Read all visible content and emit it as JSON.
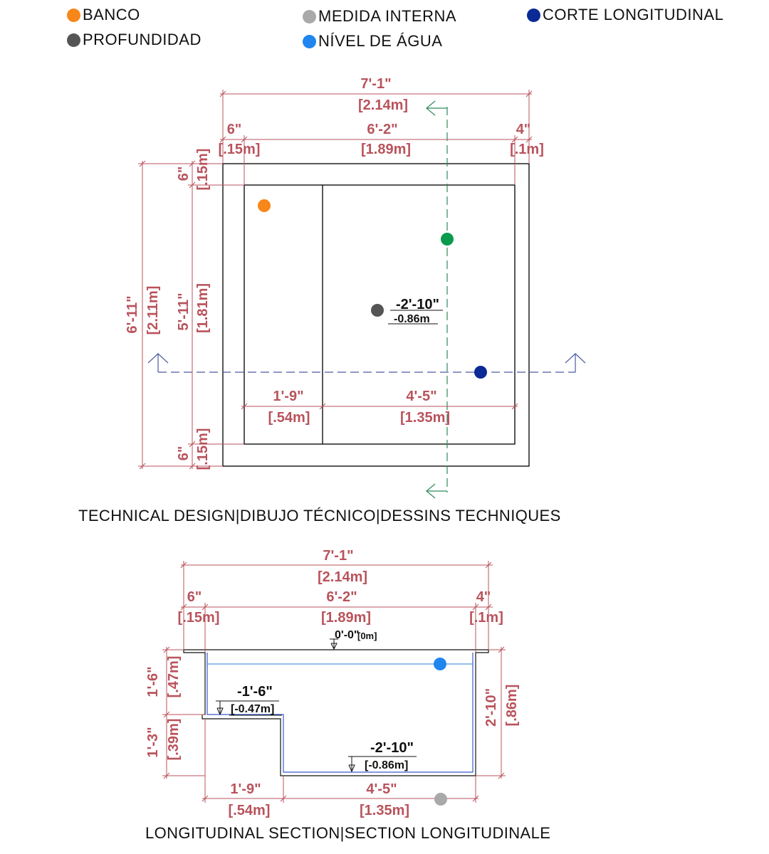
{
  "legend": {
    "banco": {
      "label": "BANCO",
      "color": "#f7871a"
    },
    "profundidad": {
      "label": "PROFUNDIDAD",
      "color": "#555555"
    },
    "medida_interna": {
      "label": "MEDIDA INTERNA",
      "color": "#a9a9a9"
    },
    "nivel_agua": {
      "label": "NÍVEL DE ÁGUA",
      "color": "#1f86f0"
    },
    "corte": {
      "label": "CORTE LONGITUDINAL",
      "color": "#0a2a96"
    },
    "extra_marker_color": "#0a9a4c"
  },
  "plan": {
    "caption": "TECHNICAL DESIGN|DIBUJO TÉCNICO|DESSINS TECHNIQUES",
    "overall_width": {
      "ft": "7'-1\"",
      "m": "[2.14m]"
    },
    "wall_left": {
      "ft": "6\"",
      "m": "[.15m]"
    },
    "inner_width": {
      "ft": "6'-2\"",
      "m": "[1.89m]"
    },
    "wall_right": {
      "ft": "4\"",
      "m": "[.1m]"
    },
    "overall_height": {
      "ft": "6'-11\"",
      "m": "[2.11m]"
    },
    "wall_top": {
      "ft": "6\"",
      "m": "[.15m]"
    },
    "inner_height": {
      "ft": "5'-11\"",
      "m": "[1.81m]"
    },
    "wall_bottom": {
      "ft": "6\"",
      "m": "[.15m]"
    },
    "bench_width": {
      "ft": "1'-9\"",
      "m": "[.54m]"
    },
    "pool_width": {
      "ft": "4'-5\"",
      "m": "[1.35m]"
    },
    "depth": {
      "ft": "-2'-10\"",
      "m": "-0.86m"
    }
  },
  "section": {
    "caption": "LONGITUDINAL SECTION|SECTION LONGITUDINALE",
    "overall_width": {
      "ft": "7'-1\"",
      "m": "[2.14m]"
    },
    "wall_left": {
      "ft": "6\"",
      "m": "[.15m]"
    },
    "inner_width": {
      "ft": "6'-2\"",
      "m": "[1.89m]"
    },
    "wall_right": {
      "ft": "4\"",
      "m": "[.1m]"
    },
    "top_level": {
      "ft": "0'-0\"",
      "m": "[0m]"
    },
    "bench_level": {
      "ft": "-1'-6\"",
      "m": "[-0.47m]"
    },
    "floor_level": {
      "ft": "-2'-10\"",
      "m": "[-0.86m]"
    },
    "left_upper": {
      "ft": "1'-6\"",
      "m": "[.47m]"
    },
    "left_lower": {
      "ft": "1'-3\"",
      "m": "[.39m]"
    },
    "right_total": {
      "ft": "2'-10\"",
      "m": "[.86m]"
    },
    "bench_width": {
      "ft": "1'-9\"",
      "m": "[.54m]"
    },
    "pool_width": {
      "ft": "4'-5\"",
      "m": "[1.35m]"
    }
  }
}
